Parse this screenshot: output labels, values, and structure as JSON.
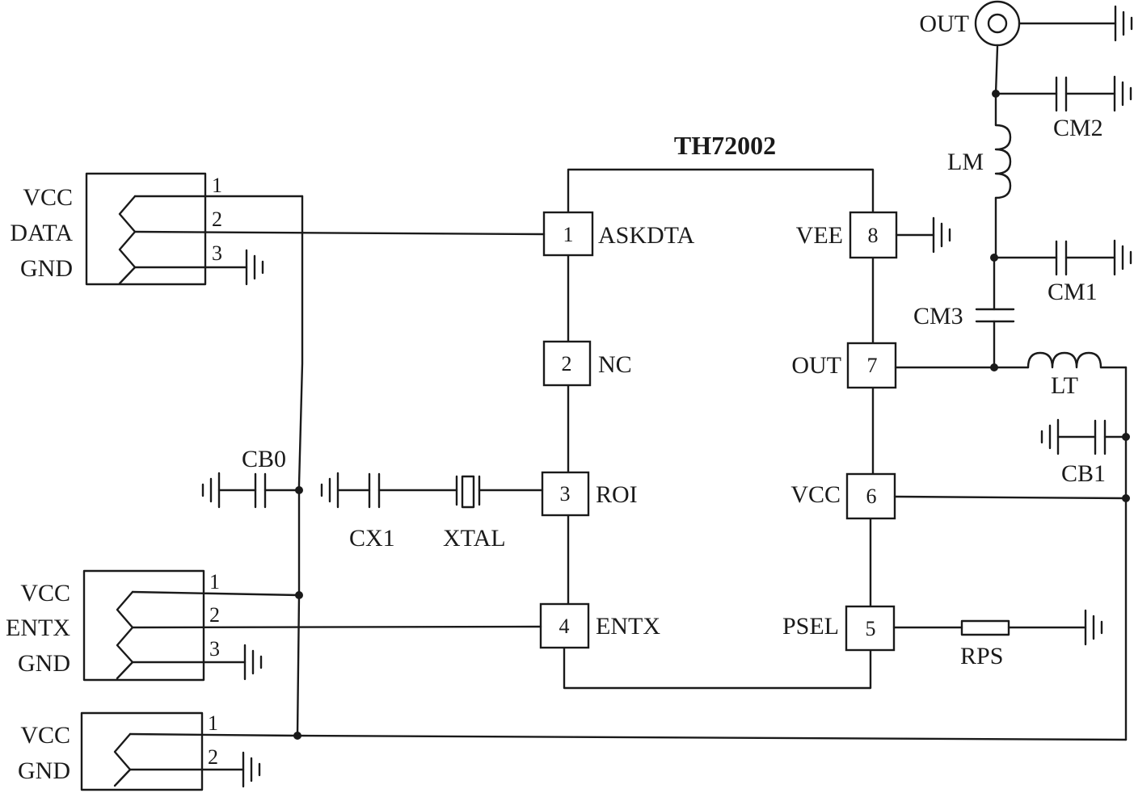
{
  "ic": {
    "name": "TH72002",
    "pins": [
      {
        "num": "1",
        "name": "ASKDTA"
      },
      {
        "num": "2",
        "name": "NC"
      },
      {
        "num": "3",
        "name": "ROI"
      },
      {
        "num": "4",
        "name": "ENTX"
      },
      {
        "num": "5",
        "name": "PSEL"
      },
      {
        "num": "6",
        "name": "VCC"
      },
      {
        "num": "7",
        "name": "OUT"
      },
      {
        "num": "8",
        "name": "VEE"
      }
    ]
  },
  "connectors": [
    {
      "labels": [
        "VCC",
        "DATA",
        "GND"
      ],
      "pins": [
        "1",
        "2",
        "3"
      ]
    },
    {
      "labels": [
        "VCC",
        "ENTX",
        "GND"
      ],
      "pins": [
        "1",
        "2",
        "3"
      ]
    },
    {
      "labels": [
        "VCC",
        "GND"
      ],
      "pins": [
        "1",
        "2"
      ]
    }
  ],
  "components": {
    "cb0": "CB0",
    "cx1": "CX1",
    "xtal": "XTAL",
    "cb1": "CB1",
    "cm1": "CM1",
    "cm2": "CM2",
    "cm3": "CM3",
    "lm": "LM",
    "lt": "LT",
    "rps": "RPS",
    "out_jack": "OUT"
  }
}
